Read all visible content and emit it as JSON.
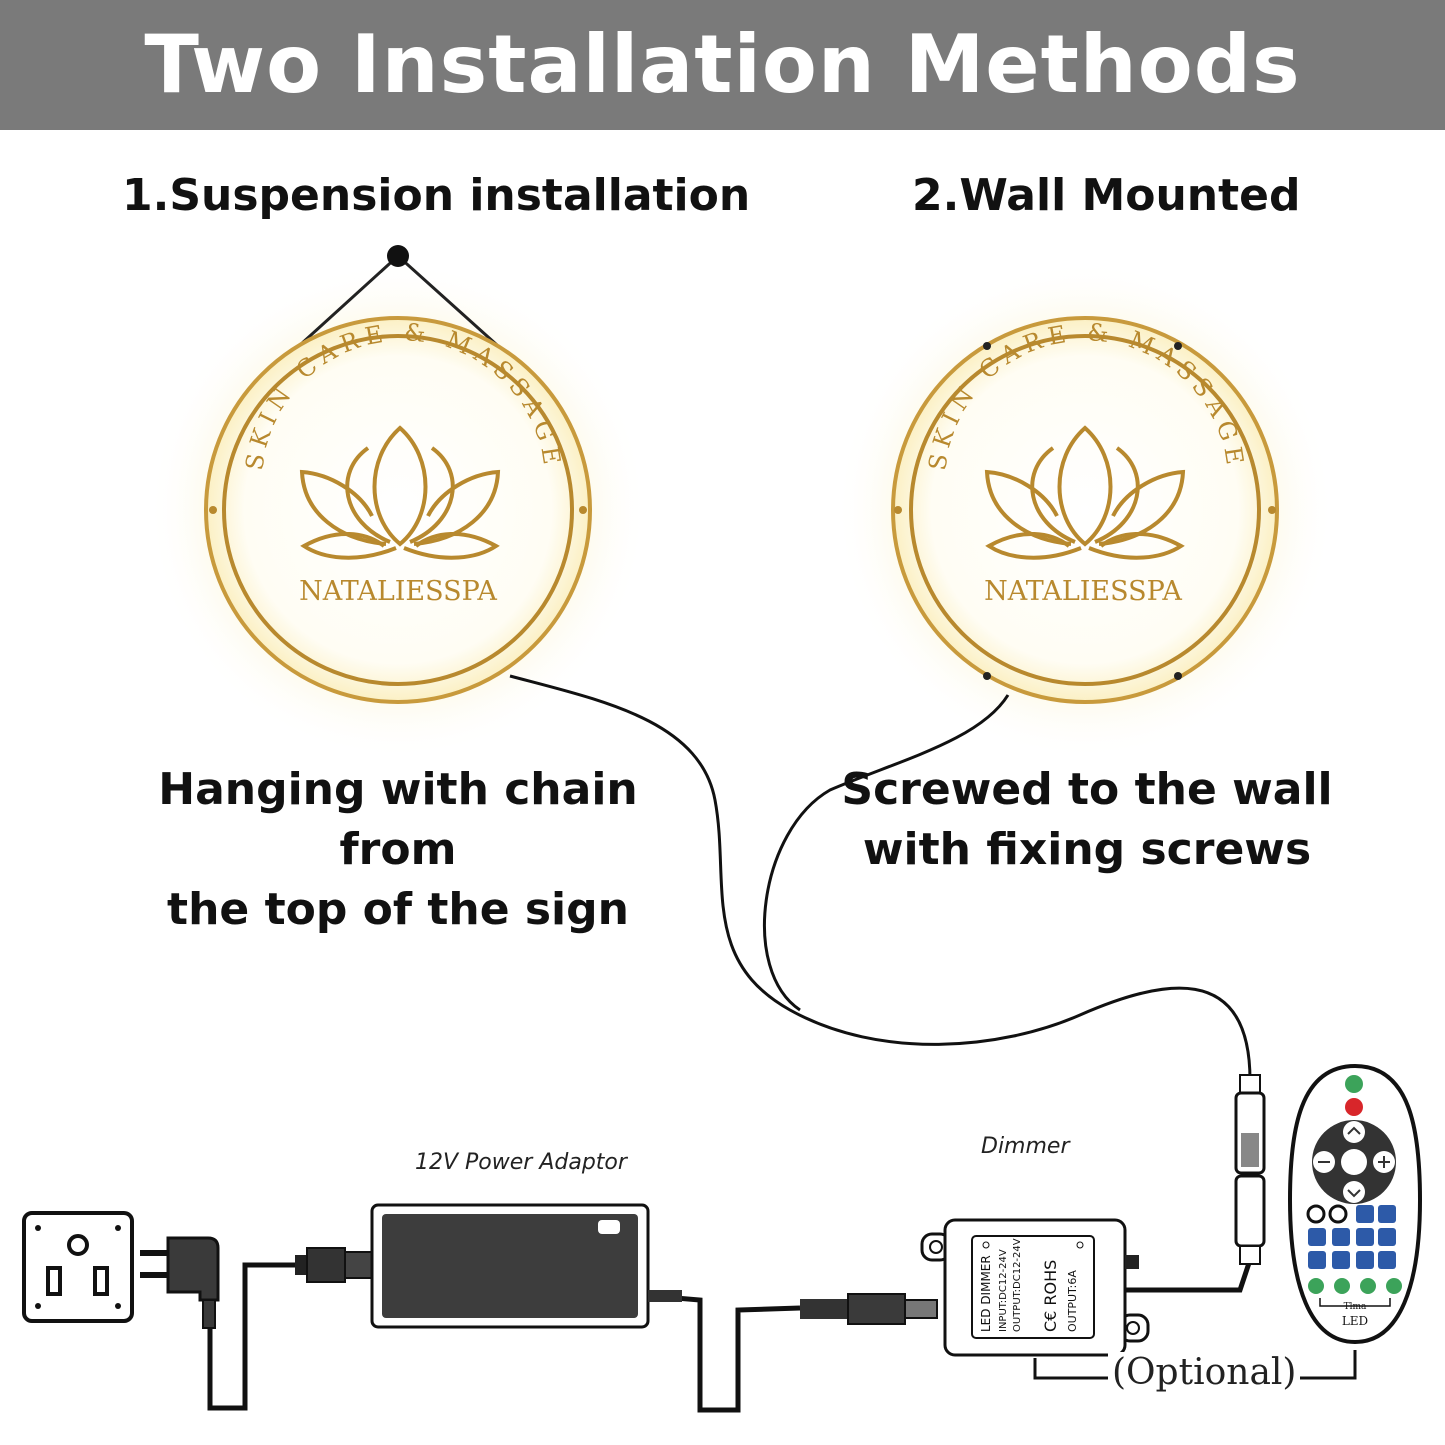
{
  "header": {
    "title": "Two Installation Methods"
  },
  "methods": [
    {
      "title": "1.Suspension installation",
      "caption_line1": "Hanging with chain from",
      "caption_line2": "the top of the sign"
    },
    {
      "title": "2.Wall Mounted",
      "caption_line1": "Screwed to the wall",
      "caption_line2": "with fixing screws"
    }
  ],
  "sign": {
    "arc_text": "SKIN CARE & MASSAGE",
    "brand": "NATALIESSPA"
  },
  "components": {
    "adaptor_label": "12V Power Adaptor",
    "dimmer_label": "Dimmer",
    "optional_label": "(Optional)",
    "dimmer_device_lines": [
      "LED DIMMER",
      "INPUT:DC12-24V",
      "OUTPUT:DC12-24V",
      "C€ ROHS",
      "OUTPUT:6A"
    ],
    "remote_brand": "Tlma",
    "remote_label": "LED"
  },
  "colors": {
    "header": "#7a7a7a",
    "gold": "#b8892e",
    "glow": "#fbf3d2",
    "remote_blue": "#2d5aa8",
    "remote_green": "#3ca35a",
    "remote_red": "#d8262a"
  }
}
